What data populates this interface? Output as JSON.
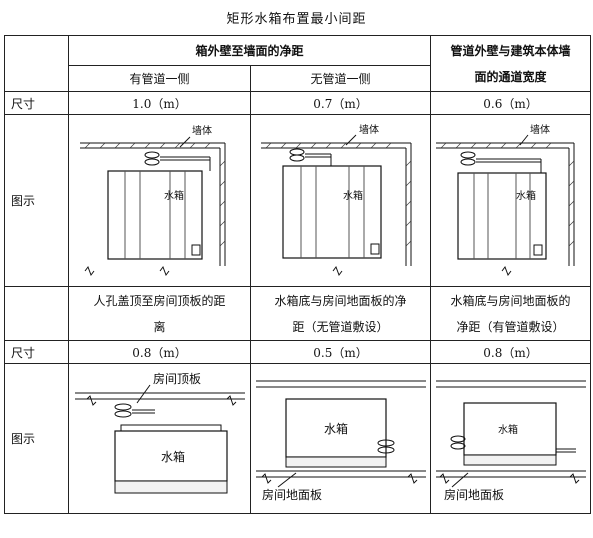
{
  "title": "矩形水箱布置最小间距",
  "header": {
    "group1": "箱外壁至墙面的净距",
    "group2_line1": "管道外壁与建筑本体墙",
    "group2_line2": "面的通道宽度",
    "sub1": "有管道一侧",
    "sub2": "无管道一侧"
  },
  "row_size1": {
    "label": "尺寸",
    "v1": "1.0（m）",
    "v2": "0.7（m）",
    "v3": "0.6（m）"
  },
  "row_fig1": {
    "label": "图示",
    "wall_label": "墙体",
    "tank_label": "水箱"
  },
  "row_desc": {
    "c1_line1": "人孔盖顶至房间顶板的距",
    "c1_line2": "离",
    "c2_line1": "水箱底与房间地面板的净",
    "c2_line2": "距（无管道敷设）",
    "c3_line1": "水箱底与房间地面板的",
    "c3_line2": "净距（有管道敷设）"
  },
  "row_size2": {
    "label": "尺寸",
    "v1": "0.8（m）",
    "v2": "0.5（m）",
    "v3": "0.8（m）"
  },
  "row_fig2": {
    "label": "图示",
    "ceiling_label": "房间顶板",
    "floor_label": "房间地面板",
    "tank_label": "水箱"
  }
}
